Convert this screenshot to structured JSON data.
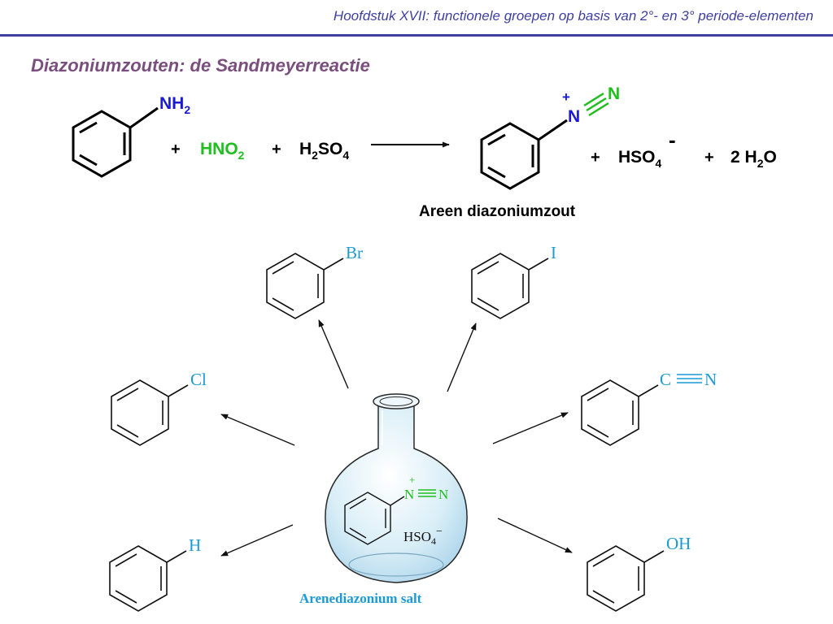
{
  "header": {
    "text": "Hoofdstuk XVII: functionele groepen op basis van 2°- en 3° periode-elementen"
  },
  "section_title": "Diazoniumzouten: de Sandmeyerreactie",
  "colors": {
    "header_blue": "#3f3fa0",
    "title_purple": "#7a4f7e",
    "nitrogen_blue": "#1a1ad6",
    "green": "#1fbf1f",
    "cyan": "#1a9ad6",
    "flask_fill": "#d9eef7",
    "flask_stroke": "#2a2a2a"
  },
  "equation": {
    "amine_group": {
      "main": "NH",
      "sub": "2"
    },
    "plus": "+",
    "hno2": {
      "a": "HNO",
      "sub": "2"
    },
    "h2so4": {
      "a": "H",
      "sub1": "2",
      "b": "SO",
      "sub2": "4"
    },
    "diazonium": {
      "charge": "+",
      "n1": "N",
      "n2": "N"
    },
    "hso4": {
      "a": "HSO",
      "sub": "4",
      "charge": "-"
    },
    "water": {
      "a": "2 H",
      "sub": "2",
      "b": "O"
    },
    "product_label": "Areen diazoniumzout"
  },
  "products": {
    "br": "Br",
    "iodo": "I",
    "cl": "Cl",
    "cn": {
      "c": "C",
      "n": "N"
    },
    "h": "H",
    "oh": "OH"
  },
  "flask": {
    "charge": "+",
    "n1": "N",
    "n2": "N",
    "counterion": "HSO",
    "counterion_sub": "4",
    "counterion_charge": "−",
    "label": "Arenediazonium salt"
  }
}
